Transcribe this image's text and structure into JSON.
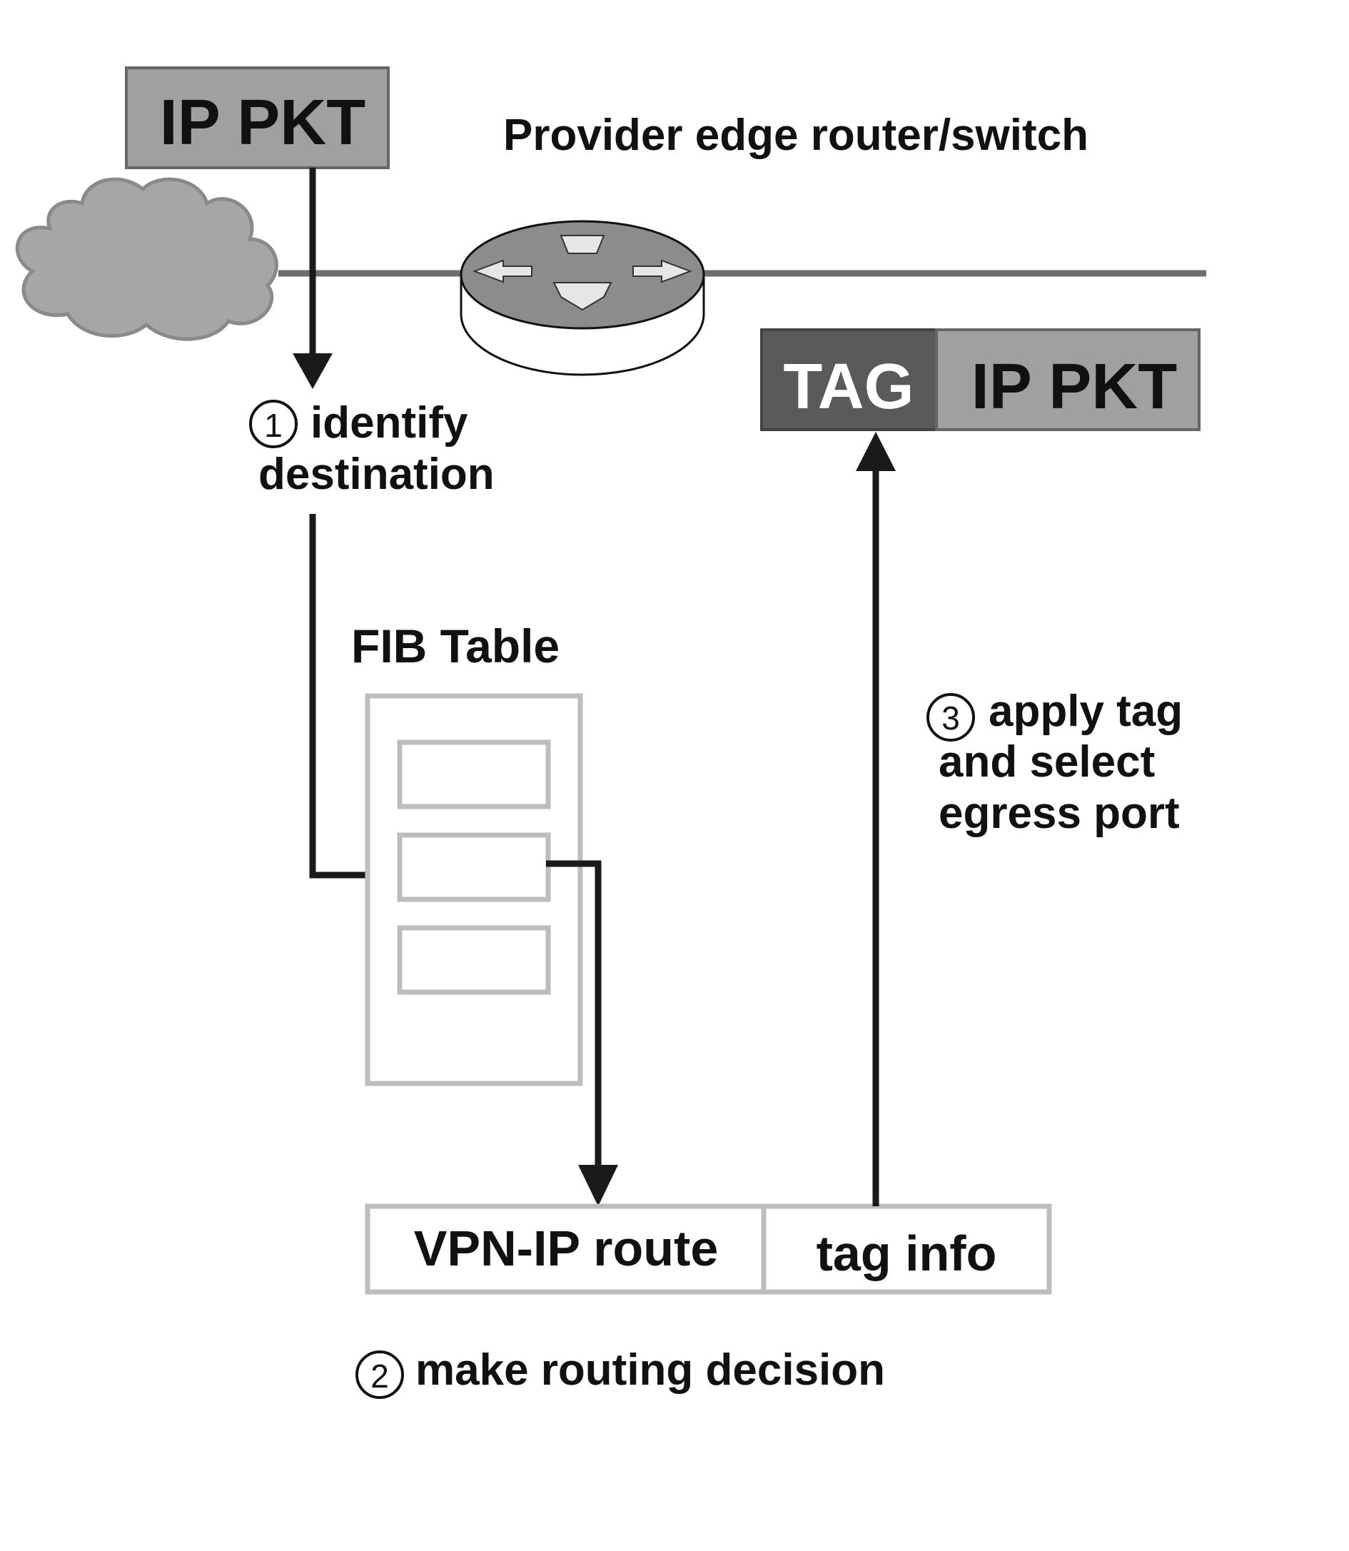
{
  "title": "Provider edge router/switch",
  "incoming_packet": {
    "label": "IP PKT"
  },
  "outgoing_packet": {
    "tag_label": "TAG",
    "pkt_label": "IP PKT"
  },
  "fib": {
    "title": "FIB Table"
  },
  "route_entry": {
    "route_label": "VPN-IP route",
    "tag_label": "tag info"
  },
  "steps": [
    {
      "num": "1",
      "line1": "identify",
      "line2": "destination"
    },
    {
      "num": "2",
      "line1": "make routing decision"
    },
    {
      "num": "3",
      "line1": "apply tag",
      "line2": "and select",
      "line3": "egress port"
    }
  ],
  "colors": {
    "packet_fill": "#a0a0a0",
    "tag_fill": "#5a5a5a",
    "cloud_fill": "#a6a6a6",
    "router_top": "#8c8c8c",
    "table_border": "#bdbdbd",
    "arrow": "#1a1a1a",
    "network_line": "#6e6e6e"
  }
}
